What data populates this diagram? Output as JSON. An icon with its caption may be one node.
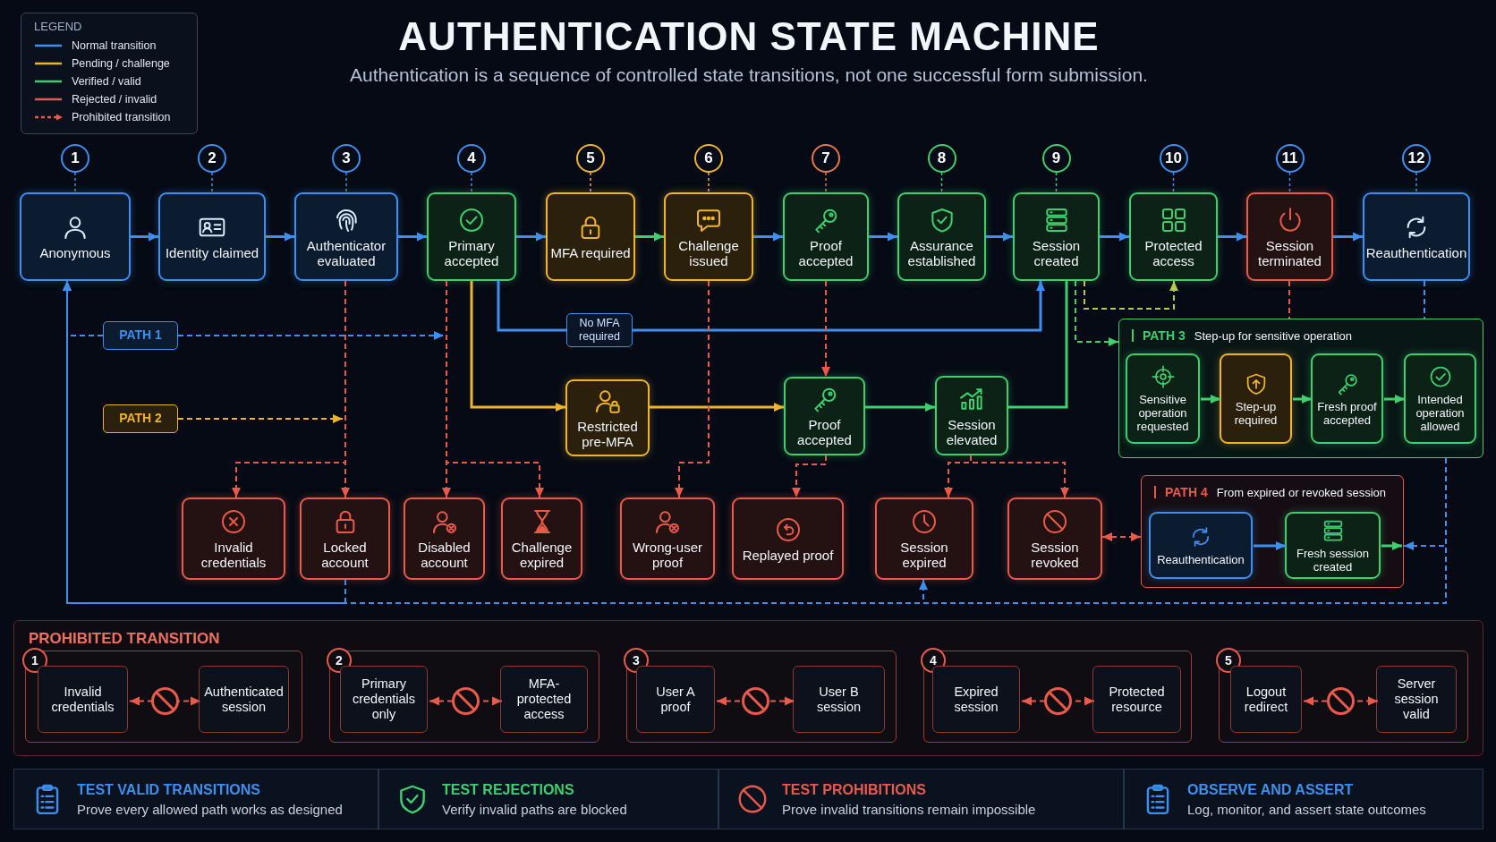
{
  "diagram": {
    "title": "AUTHENTICATION STATE MACHINE",
    "nodes": [
      {
        "text": [
          "Anonymous"
        ],
        "beside": [
          "1"
        ]
      },
      {
        "text": [
          "Identity claimed"
        ],
        "beside": [
          "2"
        ]
      },
      {
        "text": [
          "Authenticator evaluated"
        ],
        "beside": [
          "3"
        ]
      },
      {
        "text": [
          "Primary accepted"
        ],
        "beside": [
          "4"
        ]
      },
      {
        "text": [
          "MFA required"
        ],
        "beside": [
          "5"
        ]
      },
      {
        "text": [
          "Challenge issued"
        ],
        "beside": [
          "6"
        ]
      },
      {
        "text": [
          "Proof accepted"
        ],
        "beside": [
          "7"
        ]
      },
      {
        "text": [
          "Assurance established"
        ],
        "beside": [
          "8"
        ]
      },
      {
        "text": [
          "Session created"
        ],
        "beside": [
          "9"
        ]
      },
      {
        "text": [
          "Protected access"
        ],
        "beside": [
          "10"
        ]
      },
      {
        "text": [
          "Session terminated"
        ],
        "beside": [
          "11"
        ]
      },
      {
        "text": [
          "Reauthentication"
        ],
        "beside": [
          "12"
        ]
      },
      {
        "text": [
          "PATH 1"
        ]
      },
      {
        "text": [
          "PATH 2"
        ]
      },
      {
        "text": [
          "Restricted pre-MFA"
        ]
      },
      {
        "text": [
          "Proof accepted"
        ]
      },
      {
        "text": [
          "Session elevated"
        ]
      },
      {
        "text": [
          "PATH 3",
          "Step-up for sensitive operation"
        ]
      },
      {
        "text": [
          "Sensitive operation requested"
        ],
        "in": 17
      },
      {
        "text": [
          "Step-up required"
        ],
        "in": 17
      },
      {
        "text": [
          "Fresh proof accepted"
        ],
        "in": 17
      },
      {
        "text": [
          "Intended operation allowed"
        ],
        "in": 17
      },
      {
        "text": [
          "Invalid credentials"
        ]
      },
      {
        "text": [
          "Locked account"
        ]
      },
      {
        "text": [
          "Disabled account"
        ]
      },
      {
        "text": [
          "Challenge expired"
        ]
      },
      {
        "text": [
          "Wrong-user proof"
        ]
      },
      {
        "text": [
          "Replayed proof"
        ]
      },
      {
        "text": [
          "Session expired"
        ]
      },
      {
        "text": [
          "Session revoked"
        ]
      },
      {
        "text": [
          "PATH 4",
          "From expired or revoked session"
        ]
      },
      {
        "text": [
          "Reauthentication"
        ],
        "in": 30
      },
      {
        "text": [
          "Fresh session created"
        ],
        "in": 30
      },
      {
        "text": [
          "PROHIBITED TRANSITION"
        ]
      },
      {
        "text": [
          "1"
        ],
        "in": 33
      },
      {
        "text": [
          "Invalid credentials"
        ],
        "in": 34
      },
      {
        "text": [
          "Authenticated session"
        ],
        "in": 34
      },
      {
        "text": [
          "2"
        ],
        "in": 33
      },
      {
        "text": [
          "Primary credentials only"
        ],
        "in": 37
      },
      {
        "text": [
          "MFA-protected access"
        ],
        "in": 37
      },
      {
        "text": [
          "3"
        ],
        "in": 33
      },
      {
        "text": [
          "User A proof"
        ],
        "in": 40
      },
      {
        "text": [
          "User B session"
        ],
        "in": 40
      },
      {
        "text": [
          "4"
        ],
        "in": 33
      },
      {
        "text": [
          "Expired session"
        ],
        "in": 43
      },
      {
        "text": [
          "Protected resource"
        ],
        "in": 43
      },
      {
        "text": [
          "5"
        ],
        "in": 33
      },
      {
        "text": [
          "Logout redirect"
        ],
        "in": 46
      },
      {
        "text": [
          "Server session valid"
        ],
        "in": 46
      },
      {
        "text": [
          "TEST VALID TRANSITIONS",
          "Prove every allowed path works as designed"
        ]
      },
      {
        "text": [
          "TEST REJECTIONS",
          "Verify invalid paths are blocked"
        ]
      },
      {
        "text": [
          "TEST PROHIBITIONS",
          "Prove invalid transitions remain impossible"
        ]
      },
      {
        "text": [
          "OBSERVE AND ASSERT",
          "Log, monitor, and assert state outcomes"
        ]
      }
    ],
    "edges": [
      {
        "from": 0,
        "to": 1,
        "arrow": "to"
      },
      {
        "from": 1,
        "to": 2,
        "arrow": "to"
      },
      {
        "from": 2,
        "to": 3,
        "arrow": "to"
      },
      {
        "from": 3,
        "to": 4,
        "arrow": "to"
      },
      {
        "from": 4,
        "to": 5,
        "arrow": "to",
        "color": "#3ecf6e"
      },
      {
        "from": 5,
        "to": 6,
        "arrow": "to"
      },
      {
        "from": 6,
        "to": 7,
        "arrow": "to"
      },
      {
        "from": 7,
        "to": 8,
        "arrow": "to"
      },
      {
        "from": 8,
        "to": 9,
        "arrow": "to"
      },
      {
        "from": 9,
        "to": 10,
        "arrow": "to"
      },
      {
        "from": 10,
        "to": 11,
        "arrow": "to"
      },
      {
        "from": 12,
        "to": 0,
        "arrow": "to",
        "style": "dashed"
      },
      {
        "from": 12,
        "to": null,
        "arrow": "to",
        "style": "dashed"
      },
      {
        "from": 13,
        "to": null,
        "arrow": "to",
        "style": "dashed",
        "color": "#f0b429"
      },
      {
        "from": 3,
        "to": 8,
        "arrow": "to",
        "label": "No MFA required"
      },
      {
        "from": 3,
        "to": 14,
        "arrow": "to",
        "color": "#f0b429"
      },
      {
        "from": 14,
        "to": 15,
        "arrow": "to",
        "color": "#f0b429"
      },
      {
        "from": 6,
        "to": 15,
        "arrow": "to",
        "style": "dashed",
        "color": "#ea5a4a"
      },
      {
        "from": 15,
        "to": 16,
        "arrow": "to",
        "color": "#3ecf6e"
      },
      {
        "from": 16,
        "to": 8,
        "arrow": "none",
        "color": "#3ecf6e"
      },
      {
        "from": 8,
        "to": 17,
        "arrow": "to",
        "style": "dashed",
        "color": "#3ecf6e"
      },
      {
        "from": 8,
        "to": 9,
        "arrow": "to",
        "style": "dashed",
        "color": "#b5c94a"
      },
      {
        "from": 18,
        "to": 19,
        "arrow": "to",
        "color": "#3ecf6e"
      },
      {
        "from": 19,
        "to": 20,
        "arrow": "to",
        "color": "#3ecf6e"
      },
      {
        "from": 20,
        "to": 21,
        "arrow": "to",
        "color": "#3ecf6e"
      },
      {
        "from": 10,
        "to": 17,
        "arrow": "none",
        "style": "dashed",
        "color": "#ea5a4a"
      },
      {
        "from": 11,
        "to": 17,
        "arrow": "none",
        "style": "dashed"
      },
      {
        "from": 2,
        "to": 22,
        "arrow": "to",
        "style": "dashed",
        "color": "#ea5a4a"
      },
      {
        "from": 2,
        "to": 23,
        "arrow": "to",
        "style": "dashed",
        "color": "#ea5a4a"
      },
      {
        "from": 3,
        "to": 24,
        "arrow": "to",
        "style": "dashed",
        "color": "#ea5a4a"
      },
      {
        "from": 3,
        "to": 25,
        "arrow": "to",
        "style": "dashed",
        "color": "#ea5a4a"
      },
      {
        "from": 5,
        "to": 26,
        "arrow": "to",
        "style": "dashed",
        "color": "#ea5a4a"
      },
      {
        "from": 15,
        "to": 27,
        "arrow": "to",
        "style": "dashed",
        "color": "#ea5a4a"
      },
      {
        "from": 16,
        "to": 28,
        "arrow": "to",
        "style": "dashed",
        "color": "#ea5a4a"
      },
      {
        "from": 16,
        "to": 29,
        "arrow": "to",
        "style": "dashed",
        "color": "#ea5a4a"
      },
      {
        "from": 29,
        "to": 30,
        "arrow": "both",
        "style": "dashed",
        "color": "#ea5a4a"
      },
      {
        "from": 31,
        "to": 32,
        "arrow": "to"
      },
      {
        "from": 32,
        "to": 30,
        "arrow": "to",
        "color": "#3ecf6e"
      },
      {
        "from": 17,
        "to": 30,
        "arrow": "to",
        "style": "dashed"
      },
      {
        "from": 17,
        "to": 0,
        "arrow": "to",
        "style": "dashed"
      },
      {
        "from": 17,
        "to": 28,
        "arrow": "to",
        "style": "dashed"
      },
      {
        "from": 23,
        "to": 0,
        "arrow": "to",
        "style": "dashed"
      },
      {
        "from": 35,
        "to": 36,
        "arrow": "both",
        "style": "dashed",
        "color": "#ea5a4a"
      },
      {
        "from": 38,
        "to": 39,
        "arrow": "both",
        "style": "dashed",
        "color": "#ea5a4a"
      },
      {
        "from": 41,
        "to": 42,
        "arrow": "both",
        "style": "dashed",
        "color": "#ea5a4a"
      },
      {
        "from": 44,
        "to": 45,
        "arrow": "both",
        "style": "dashed",
        "color": "#ea5a4a"
      },
      {
        "from": 47,
        "to": 48,
        "arrow": "both",
        "style": "dashed",
        "color": "#ea5a4a"
      }
    ],
    "labels": [
      "LEGEND",
      "Authentication is a sequence of controlled state transitions, not one successful form submission."
    ],
    "legend": [
      {
        "text": "Normal transition",
        "color": "#3d8ff0"
      },
      {
        "text": "Pending / challenge",
        "color": "#f0b429"
      },
      {
        "text": "Verified / valid",
        "color": "#3ecf6e"
      },
      {
        "text": "Rejected / invalid",
        "color": "#ea5a4a"
      },
      {
        "text": "Prohibited transition",
        "color": "#ea5a4a"
      }
    ]
  }
}
